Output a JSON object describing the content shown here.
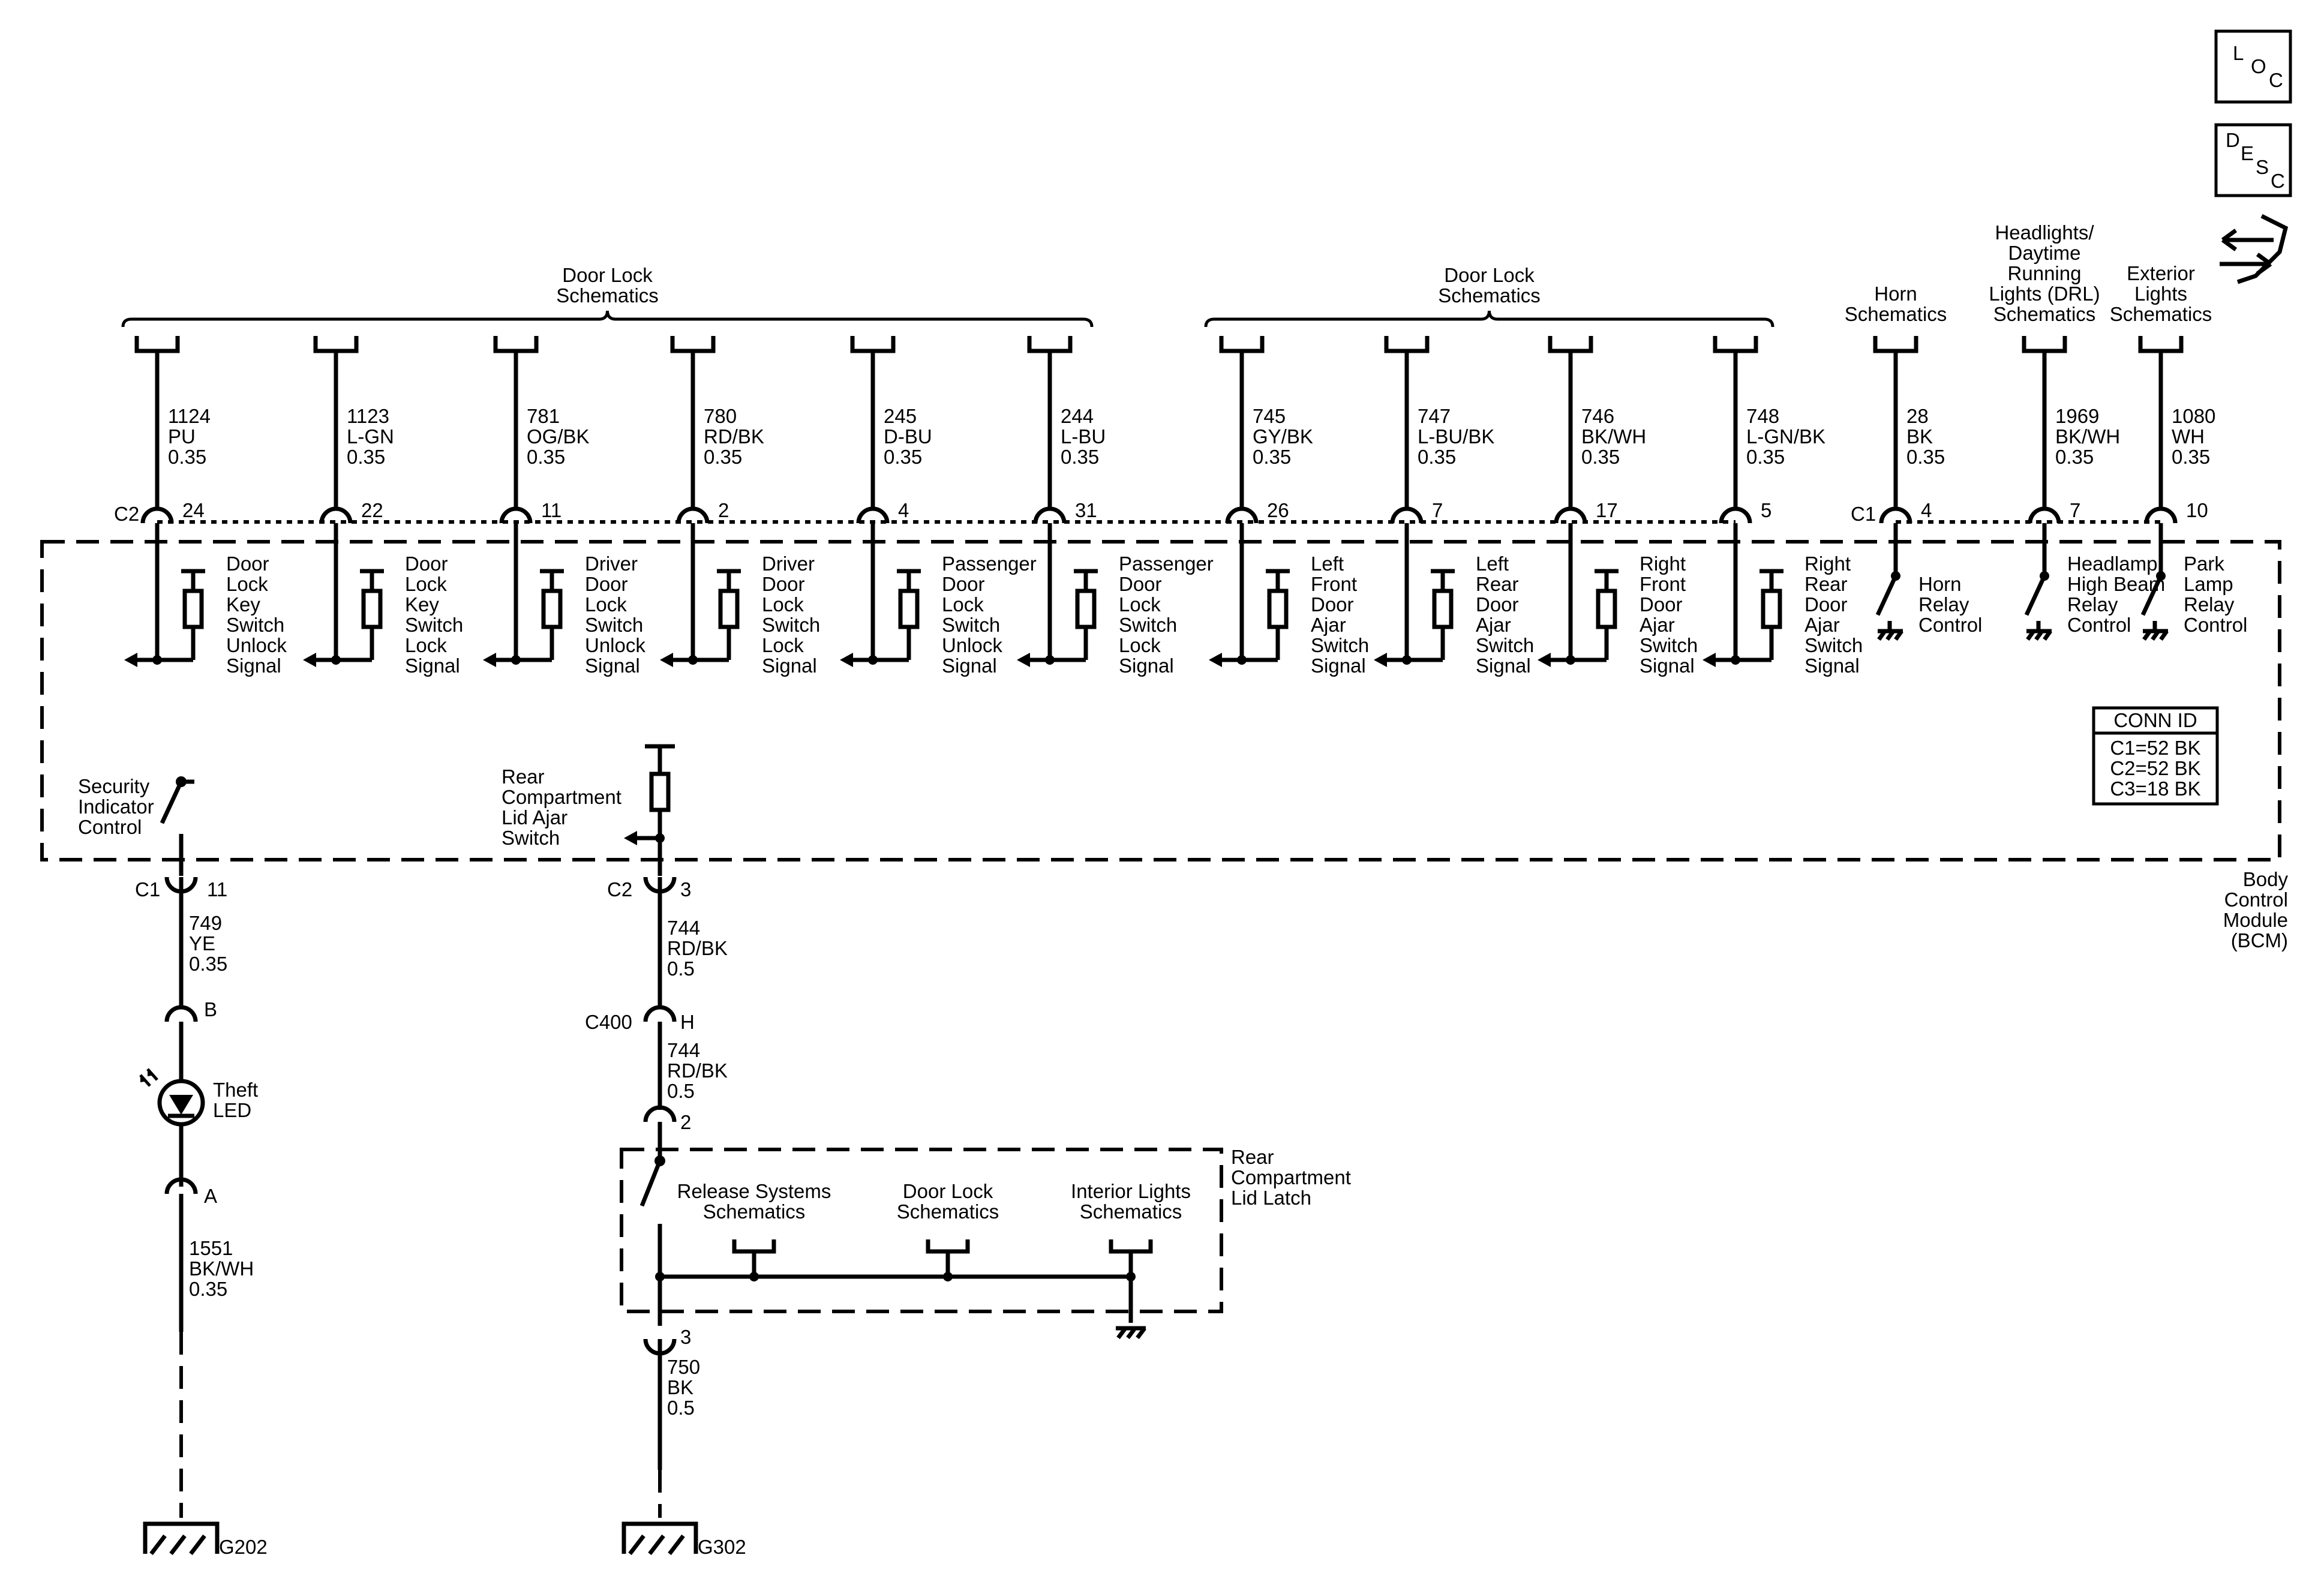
{
  "top_groups": [
    {
      "label": [
        "Door Lock",
        "Schematics"
      ]
    },
    {
      "label": [
        "Door Lock",
        "Schematics"
      ]
    }
  ],
  "top_single_refs": [
    {
      "label": [
        "Horn",
        "Schematics"
      ]
    },
    {
      "label": [
        "Headlights/",
        "Daytime",
        "Running",
        "Lights (DRL)",
        "Schematics"
      ]
    },
    {
      "label": [
        "Exterior",
        "Lights",
        "Schematics"
      ]
    }
  ],
  "connectors": {
    "c2_top": "C2",
    "c1_top": "C1"
  },
  "circuits": [
    {
      "num": "1124",
      "color": "PU",
      "gauge": "0.35",
      "pin": "24",
      "func": [
        "Door",
        "Lock",
        "Key",
        "Switch",
        "Unlock",
        "Signal"
      ],
      "kind": "input"
    },
    {
      "num": "1123",
      "color": "L-GN",
      "gauge": "0.35",
      "pin": "22",
      "func": [
        "Door",
        "Lock",
        "Key",
        "Switch",
        "Lock",
        "Signal"
      ],
      "kind": "input"
    },
    {
      "num": "781",
      "color": "OG/BK",
      "gauge": "0.35",
      "pin": "11",
      "func": [
        "Driver",
        "Door",
        "Lock",
        "Switch",
        "Unlock",
        "Signal"
      ],
      "kind": "input"
    },
    {
      "num": "780",
      "color": "RD/BK",
      "gauge": "0.35",
      "pin": "2",
      "func": [
        "Driver",
        "Door",
        "Lock",
        "Switch",
        "Lock",
        "Signal"
      ],
      "kind": "input"
    },
    {
      "num": "245",
      "color": "D-BU",
      "gauge": "0.35",
      "pin": "4",
      "func": [
        "Passenger",
        "Door",
        "Lock",
        "Switch",
        "Unlock",
        "Signal"
      ],
      "kind": "input"
    },
    {
      "num": "244",
      "color": "L-BU",
      "gauge": "0.35",
      "pin": "31",
      "func": [
        "Passenger",
        "Door",
        "Lock",
        "Switch",
        "Lock",
        "Signal"
      ],
      "kind": "input"
    },
    {
      "num": "745",
      "color": "GY/BK",
      "gauge": "0.35",
      "pin": "26",
      "func": [
        "Left",
        "Front",
        "Door",
        "Ajar",
        "Switch",
        "Signal"
      ],
      "kind": "input"
    },
    {
      "num": "747",
      "color": "L-BU/BK",
      "gauge": "0.35",
      "pin": "7",
      "func": [
        "Left",
        "Rear",
        "Door",
        "Ajar",
        "Switch",
        "Signal"
      ],
      "kind": "input"
    },
    {
      "num": "746",
      "color": "BK/WH",
      "gauge": "0.35",
      "pin": "17",
      "func": [
        "Right",
        "Front",
        "Door",
        "Ajar",
        "Switch",
        "Signal"
      ],
      "kind": "input"
    },
    {
      "num": "748",
      "color": "L-GN/BK",
      "gauge": "0.35",
      "pin": "5",
      "func": [
        "Right",
        "Rear",
        "Door",
        "Ajar",
        "Switch",
        "Signal"
      ],
      "kind": "input"
    },
    {
      "num": "28",
      "color": "BK",
      "gauge": "0.35",
      "pin": "4",
      "func": [
        "Horn",
        "Relay",
        "Control"
      ],
      "kind": "switch"
    },
    {
      "num": "1969",
      "color": "BK/WH",
      "gauge": "0.35",
      "pin": "7",
      "func": [
        "Headlamp",
        "High Beam",
        "Relay",
        "Control"
      ],
      "kind": "switch"
    },
    {
      "num": "1080",
      "color": "WH",
      "gauge": "0.35",
      "pin": "10",
      "func": [
        "Park",
        "Lamp",
        "Relay",
        "Control"
      ],
      "kind": "switch"
    }
  ],
  "conn_id": {
    "title": "CONN ID",
    "rows": [
      "C1=52 BK",
      "C2=52 BK",
      "C3=18 BK"
    ]
  },
  "module_label": [
    "Body",
    "Control",
    "Module",
    "(BCM)"
  ],
  "security": {
    "func": [
      "Security",
      "Indicator",
      "Control"
    ],
    "connector": "C1",
    "pin": "11",
    "wire1": [
      "749",
      "YE",
      "0.35"
    ],
    "pin_b": "B",
    "led_label": [
      "Theft",
      "LED"
    ],
    "pin_a": "A",
    "wire2": [
      "1551",
      "BK/WH",
      "0.35"
    ],
    "ground": "G202"
  },
  "rear": {
    "func": [
      "Rear",
      "Compartment",
      "Lid Ajar",
      "Switch"
    ],
    "connector": "C2",
    "pin": "3",
    "wire1": [
      "744",
      "RD/BK",
      "0.5"
    ],
    "inline_conn": "C400",
    "inline_pin": "H",
    "wire2": [
      "744",
      "RD/BK",
      "0.5"
    ],
    "latch_pin_top": "2",
    "latch_label": [
      "Rear",
      "Compartment",
      "Lid Latch"
    ],
    "refs": [
      [
        "Release Systems",
        "Schematics"
      ],
      [
        "Door Lock",
        "Schematics"
      ],
      [
        "Interior Lights",
        "Schematics"
      ]
    ],
    "latch_pin_bottom": "3",
    "wire3": [
      "750",
      "BK",
      "0.5"
    ],
    "ground": "G302"
  },
  "nav_icons": {
    "loc": [
      "L",
      "O",
      "C"
    ],
    "desc": [
      "D",
      "E",
      "S",
      "C"
    ]
  }
}
